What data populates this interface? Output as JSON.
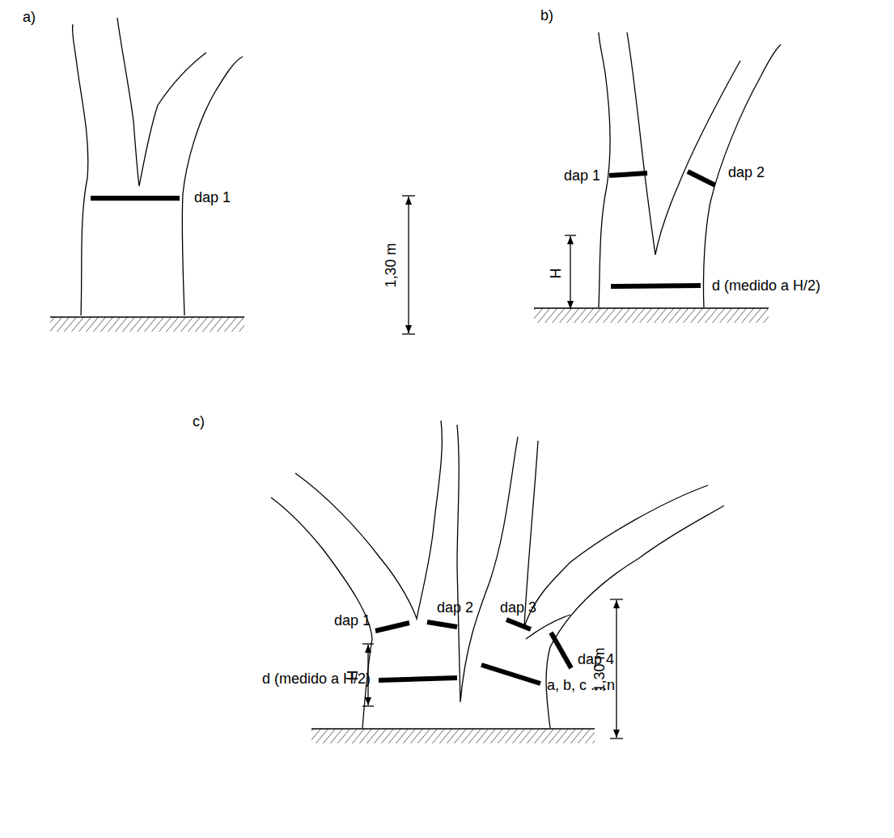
{
  "diagram": {
    "labels": [
      "a)",
      "dap 1",
      "1,30 m",
      "b)",
      "dap 1",
      "dap 2",
      "H",
      "d (medido a H/2)",
      "c)",
      "dap 1",
      "dap 2",
      "dap 3",
      "dap 4",
      "H",
      "d (medido a H/2)",
      "a, b, c ....n",
      "1,30 m"
    ]
  }
}
